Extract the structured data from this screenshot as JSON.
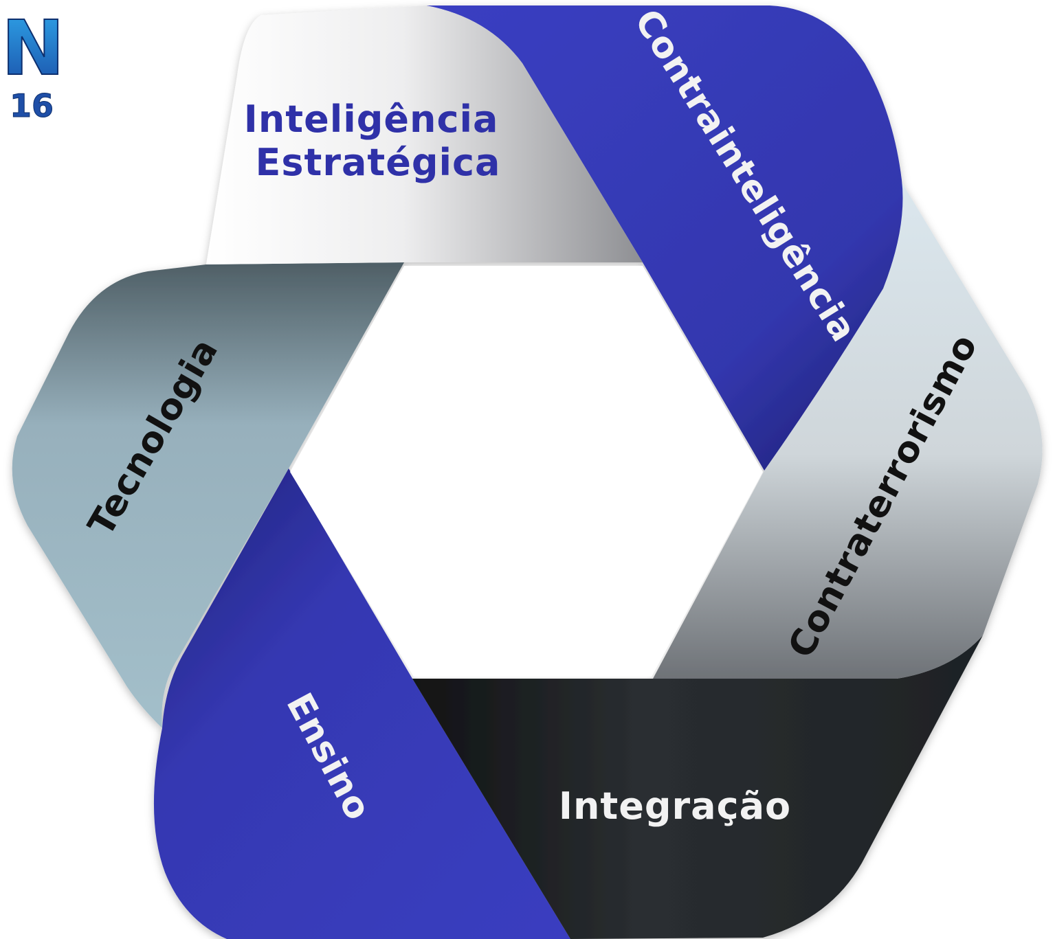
{
  "logo": {
    "letter": "N",
    "year": "16"
  },
  "segments": [
    {
      "id": "inteligencia",
      "lines": [
        "Inteligência",
        "Estratégica"
      ]
    },
    {
      "id": "contrainteligencia",
      "lines": [
        "Contrainteligência"
      ]
    },
    {
      "id": "contraterrorismo",
      "lines": [
        "Contraterrorismo"
      ]
    },
    {
      "id": "integracao",
      "lines": [
        "Integração"
      ]
    },
    {
      "id": "ensino",
      "lines": [
        "Ensino"
      ]
    },
    {
      "id": "tecnologia",
      "lines": [
        "Tecnologia"
      ]
    }
  ],
  "colors": {
    "blue": "#3538b4",
    "dark_blue": "#1d1f78",
    "silver": "#c9cbcf",
    "light_blue_grey": "#d4e2ea",
    "charcoal": "#24282b",
    "steel": "#9cb8c4",
    "text_blue": "#2f31a8",
    "text_dark": "#111111",
    "text_light": "#f2f2f2"
  }
}
